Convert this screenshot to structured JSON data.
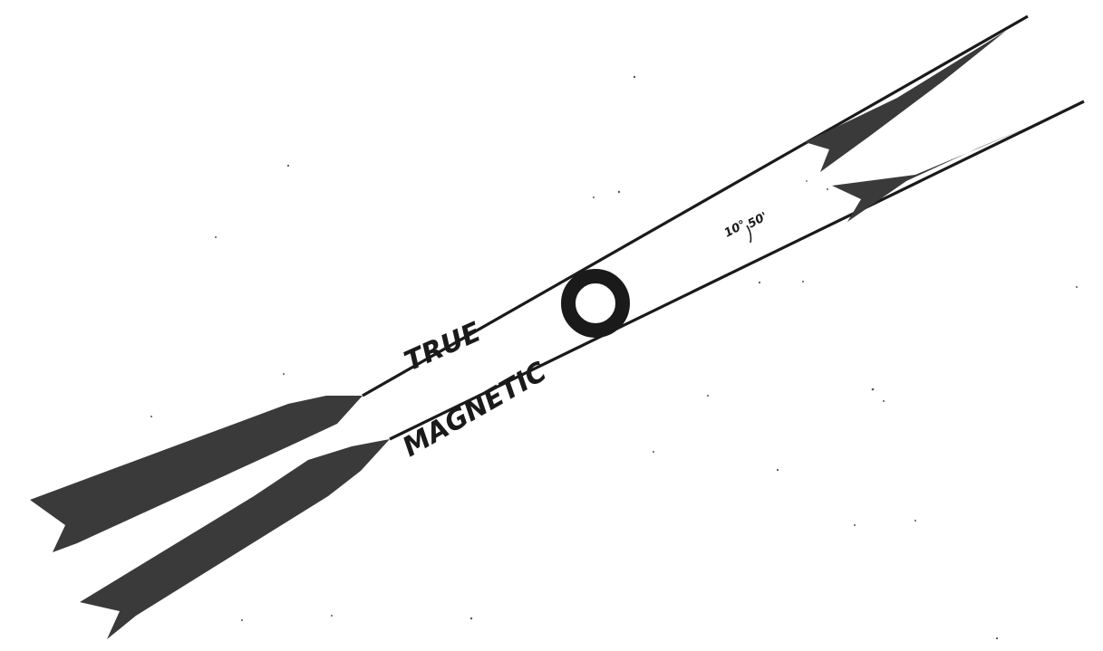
{
  "diagram": {
    "true_label": "TRUE",
    "magnetic_label": "MAGNETIC",
    "declination_degrees": "10°",
    "declination_minutes": "50'",
    "colors": {
      "ink": "#1a1a1a",
      "fill": "#3a3a3a",
      "background": "#ffffff"
    }
  }
}
